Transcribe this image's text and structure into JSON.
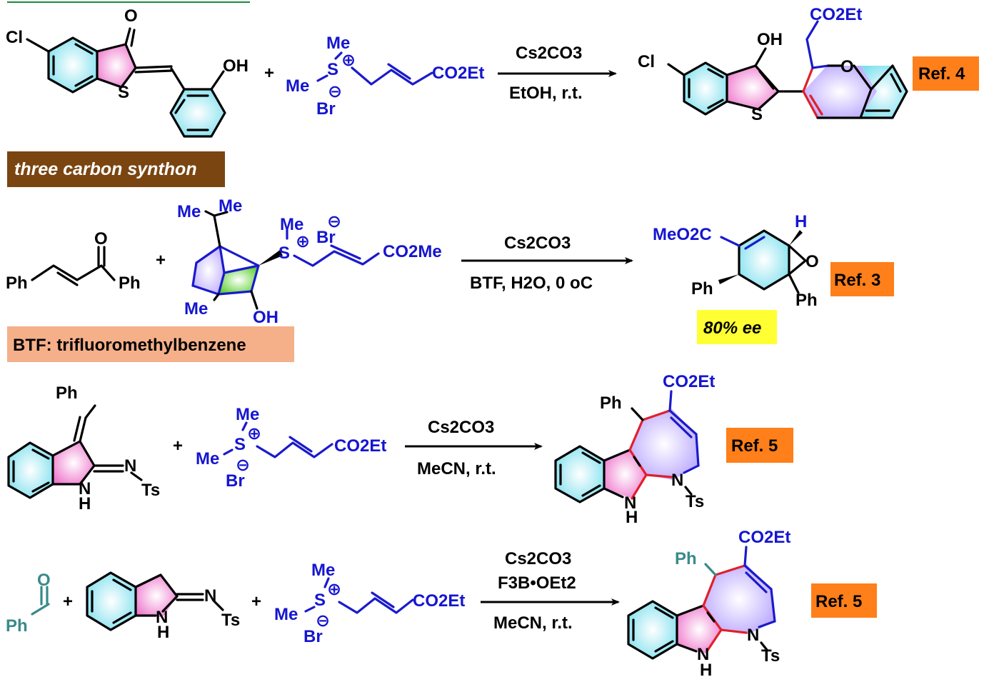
{
  "colors": {
    "ref_tag": "#ff7f1a",
    "synthon_tag": "#7a4510",
    "btf_tag": "#f5b08a",
    "ee_tag": "#ffff33",
    "reagent_blue": "#1515d0",
    "bond_red": "#e0202a",
    "ring_cyan": "#8fe6f0",
    "ring_pink": "#f080d0",
    "ring_lavender": "#c8b4ff",
    "ring_green": "#6fdc3a"
  },
  "tags": {
    "synthon": "three carbon synthon",
    "btf": "BTF: trifluoromethylbenzene",
    "ee": "80% ee"
  },
  "reactions": [
    {
      "ref": "Ref. 4",
      "plus": [
        "+"
      ],
      "reagent": "Cs2CO3",
      "solvent": "EtOH, r.t.",
      "labels": {
        "sm_cl": "Cl",
        "sm_o": "O",
        "sm_s": "S",
        "sm_oh": "OH",
        "ylide_me1": "Me",
        "ylide_me2": "Me",
        "ylide_s": "S",
        "ylide_plus": "⊕",
        "ylide_minus": "⊖",
        "ylide_br": "Br",
        "ylide_ester": "CO2Et",
        "p_cl": "Cl",
        "p_oh": "OH",
        "p_s": "S",
        "p_o": "O",
        "p_ester": "CO2Et"
      }
    },
    {
      "ref": "Ref. 3",
      "plus": [
        "+"
      ],
      "reagent": "Cs2CO3",
      "solvent": "BTF, H2O, 0 oC",
      "labels": {
        "sm_o": "O",
        "sm_ph1": "Ph",
        "sm_ph2": "Ph",
        "ylide_me1": "Me",
        "ylide_me2": "Me",
        "ylide_me3": "Me",
        "ylide_me4": "Me",
        "ylide_s": "S",
        "ylide_plus": "⊕",
        "ylide_minus": "⊖",
        "ylide_br": "Br",
        "ylide_oh": "OH",
        "ylide_ester": "CO2Me",
        "p_ester": "MeO2C",
        "p_h": "H",
        "p_o": "O",
        "p_ph1": "Ph",
        "p_ph2": "Ph"
      }
    },
    {
      "ref": "Ref. 5",
      "plus": [
        "+"
      ],
      "reagent": "Cs2CO3",
      "solvent": "MeCN, r.t.",
      "labels": {
        "sm_ph": "Ph",
        "sm_n": "N",
        "sm_ts": "Ts",
        "sm_nh_n": "N",
        "sm_nh_h": "H",
        "ylide_me1": "Me",
        "ylide_me2": "Me",
        "ylide_s": "S",
        "ylide_plus": "⊕",
        "ylide_minus": "⊖",
        "ylide_br": "Br",
        "ylide_ester": "CO2Et",
        "p_ester": "CO2Et",
        "p_ph": "Ph",
        "p_n": "N",
        "p_ts": "Ts",
        "p_nh_n": "N",
        "p_nh_h": "H"
      }
    },
    {
      "ref": "Ref. 5",
      "plus": [
        "+",
        "+"
      ],
      "reagent": "Cs2CO3",
      "additive": "F3B•OEt2",
      "solvent": "MeCN, r.t.",
      "labels": {
        "ald_o": "O",
        "ald_ph": "Ph",
        "sm_n": "N",
        "sm_ts": "Ts",
        "sm_nh_n": "N",
        "sm_nh_h": "H",
        "ylide_me1": "Me",
        "ylide_me2": "Me",
        "ylide_s": "S",
        "ylide_plus": "⊕",
        "ylide_minus": "⊖",
        "ylide_br": "Br",
        "ylide_ester": "CO2Et",
        "p_ester": "CO2Et",
        "p_ph": "Ph",
        "p_n": "N",
        "p_ts": "Ts",
        "p_nh_n": "N",
        "p_nh_h": "H"
      }
    }
  ]
}
